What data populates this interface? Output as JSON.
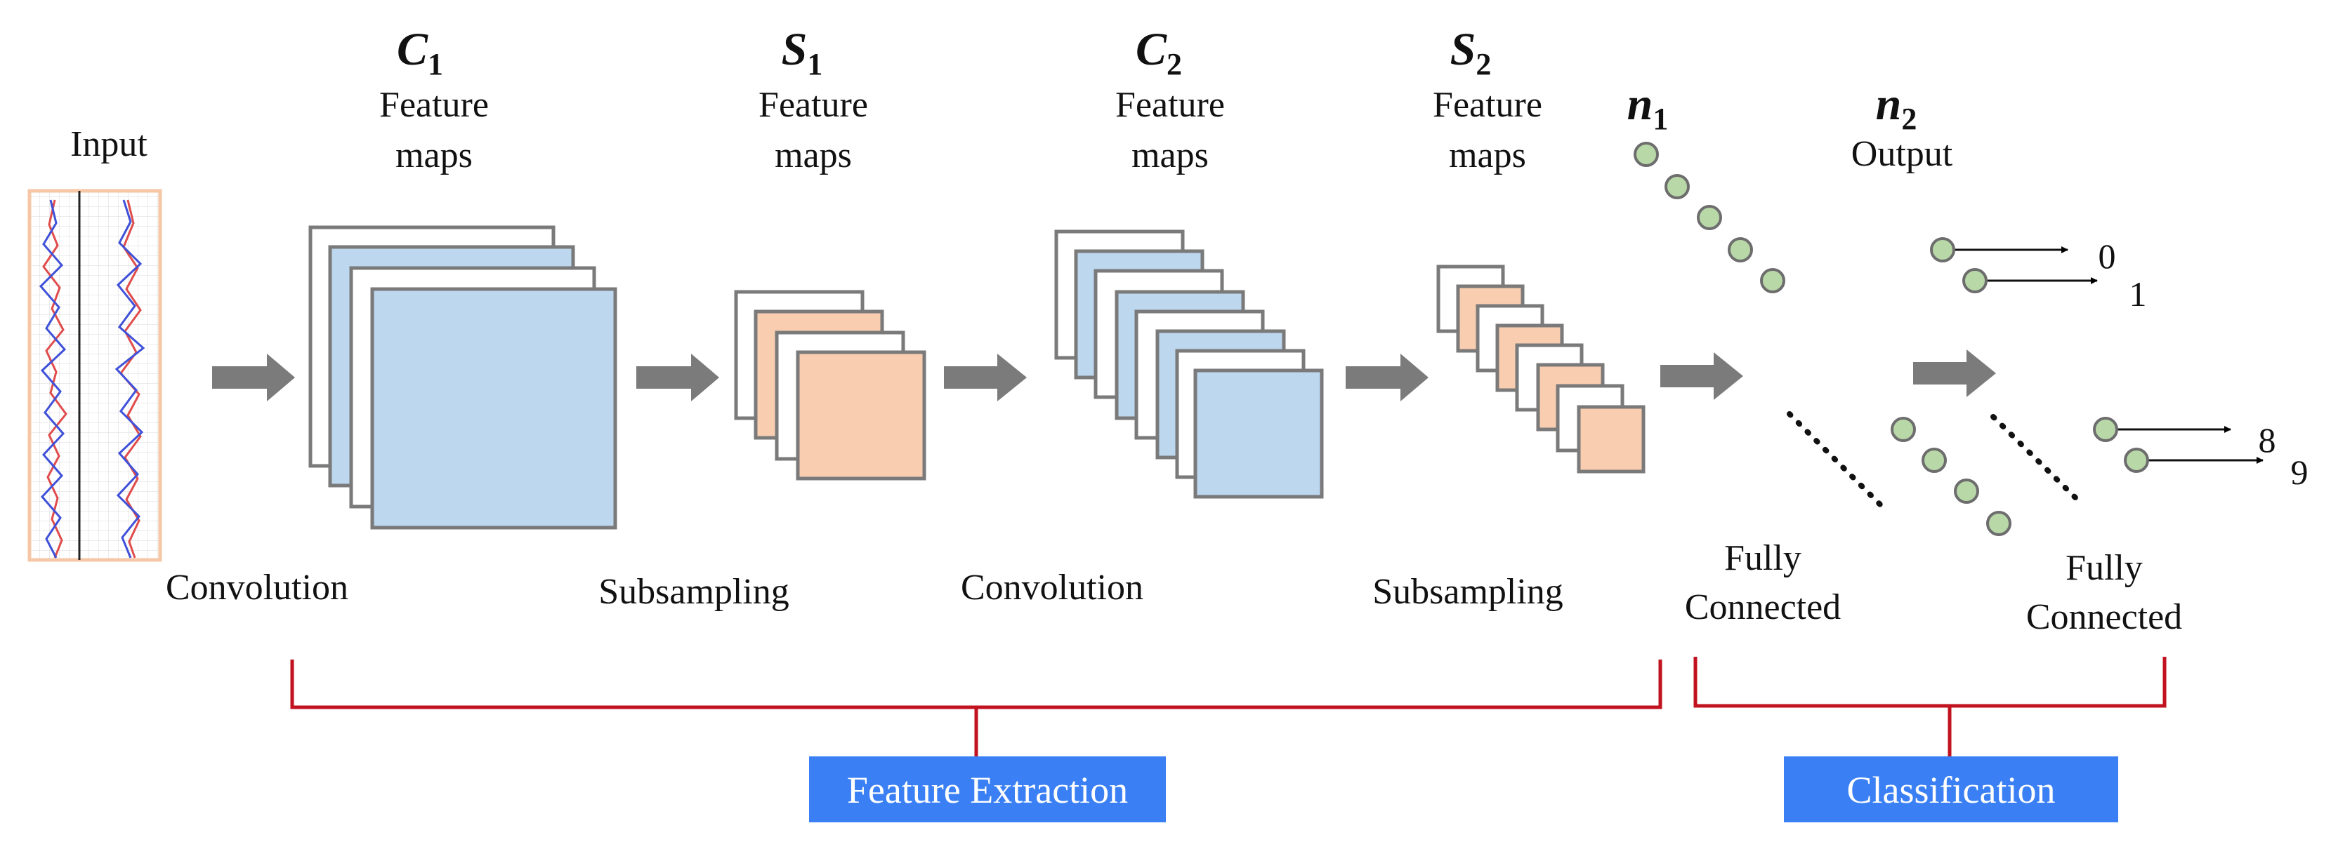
{
  "colors": {
    "blue_map": "#bcd7ee",
    "orange_map": "#f9cdb0",
    "map_border": "#7a7a7a",
    "arrow": "#7b7b7b",
    "node": "#b9d8a8",
    "bracket": "#c1121f",
    "label_box": "#3a80f4"
  },
  "input": {
    "label": "Input"
  },
  "stages": {
    "c1": {
      "letter": "C",
      "sub": "1",
      "line1": "Feature",
      "line2": "maps"
    },
    "s1": {
      "letter": "S",
      "sub": "1",
      "line1": "Feature",
      "line2": "maps"
    },
    "c2": {
      "letter": "C",
      "sub": "2",
      "line1": "Feature",
      "line2": "maps"
    },
    "s2": {
      "letter": "S",
      "sub": "2",
      "line1": "Feature",
      "line2": "maps"
    },
    "n1": {
      "letter": "n",
      "sub": "1"
    },
    "n2": {
      "letter": "n",
      "sub": "2",
      "line1": "Output"
    }
  },
  "operations": {
    "conv1": "Convolution",
    "sub1": "Subsampling",
    "conv2": "Convolution",
    "sub2": "Subsampling",
    "fc1_line1": "Fully",
    "fc1_line2": "Connected",
    "fc2_line1": "Fully",
    "fc2_line2": "Connected"
  },
  "outputs": [
    "0",
    "1",
    "8",
    "9"
  ],
  "groups": {
    "feature_extraction": "Feature Extraction",
    "classification": "Classification"
  }
}
